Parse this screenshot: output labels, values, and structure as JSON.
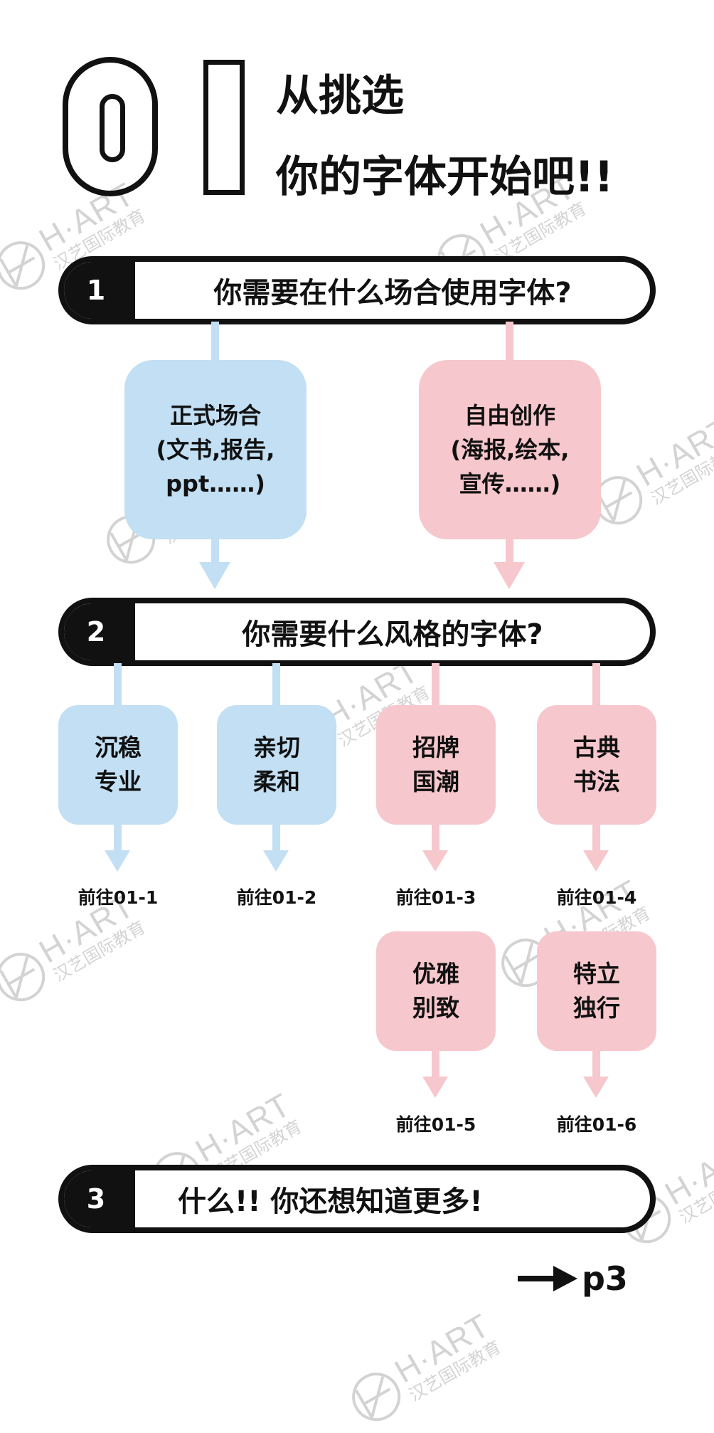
{
  "header": {
    "title_line1": "从挑选",
    "title_line2": "你的字体开始吧!!"
  },
  "watermark": {
    "brand": "H·ART",
    "sub": "汉艺国际教育"
  },
  "steps": [
    {
      "num": "1",
      "text": "你需要在什么场合使用字体?"
    },
    {
      "num": "2",
      "text": "你需要什么风格的字体?"
    },
    {
      "num": "3",
      "text": "什么!! 你还想知道更多!"
    }
  ],
  "occasions": [
    {
      "lines": [
        "正式场合",
        "(文书,报告,",
        "ppt……)"
      ],
      "color": "#c2dff3"
    },
    {
      "lines": [
        "自由创作",
        "(海报,绘本,",
        "宣传……)"
      ],
      "color": "#f6c7cc"
    }
  ],
  "styles": [
    {
      "lines": [
        "沉稳",
        "专业"
      ],
      "goto": "前往01-1",
      "color": "#c2dff3"
    },
    {
      "lines": [
        "亲切",
        "柔和"
      ],
      "goto": "前往01-2",
      "color": "#c2dff3"
    },
    {
      "lines": [
        "招牌",
        "国潮"
      ],
      "goto": "前往01-3",
      "color": "#f6c7cc"
    },
    {
      "lines": [
        "古典",
        "书法"
      ],
      "goto": "前往01-4",
      "color": "#f6c7cc"
    },
    {
      "lines": [
        "优雅",
        "别致"
      ],
      "goto": "前往01-5",
      "color": "#f6c7cc"
    },
    {
      "lines": [
        "特立",
        "独行"
      ],
      "goto": "前往01-6",
      "color": "#f6c7cc"
    }
  ],
  "next_page": {
    "label": "p3"
  }
}
